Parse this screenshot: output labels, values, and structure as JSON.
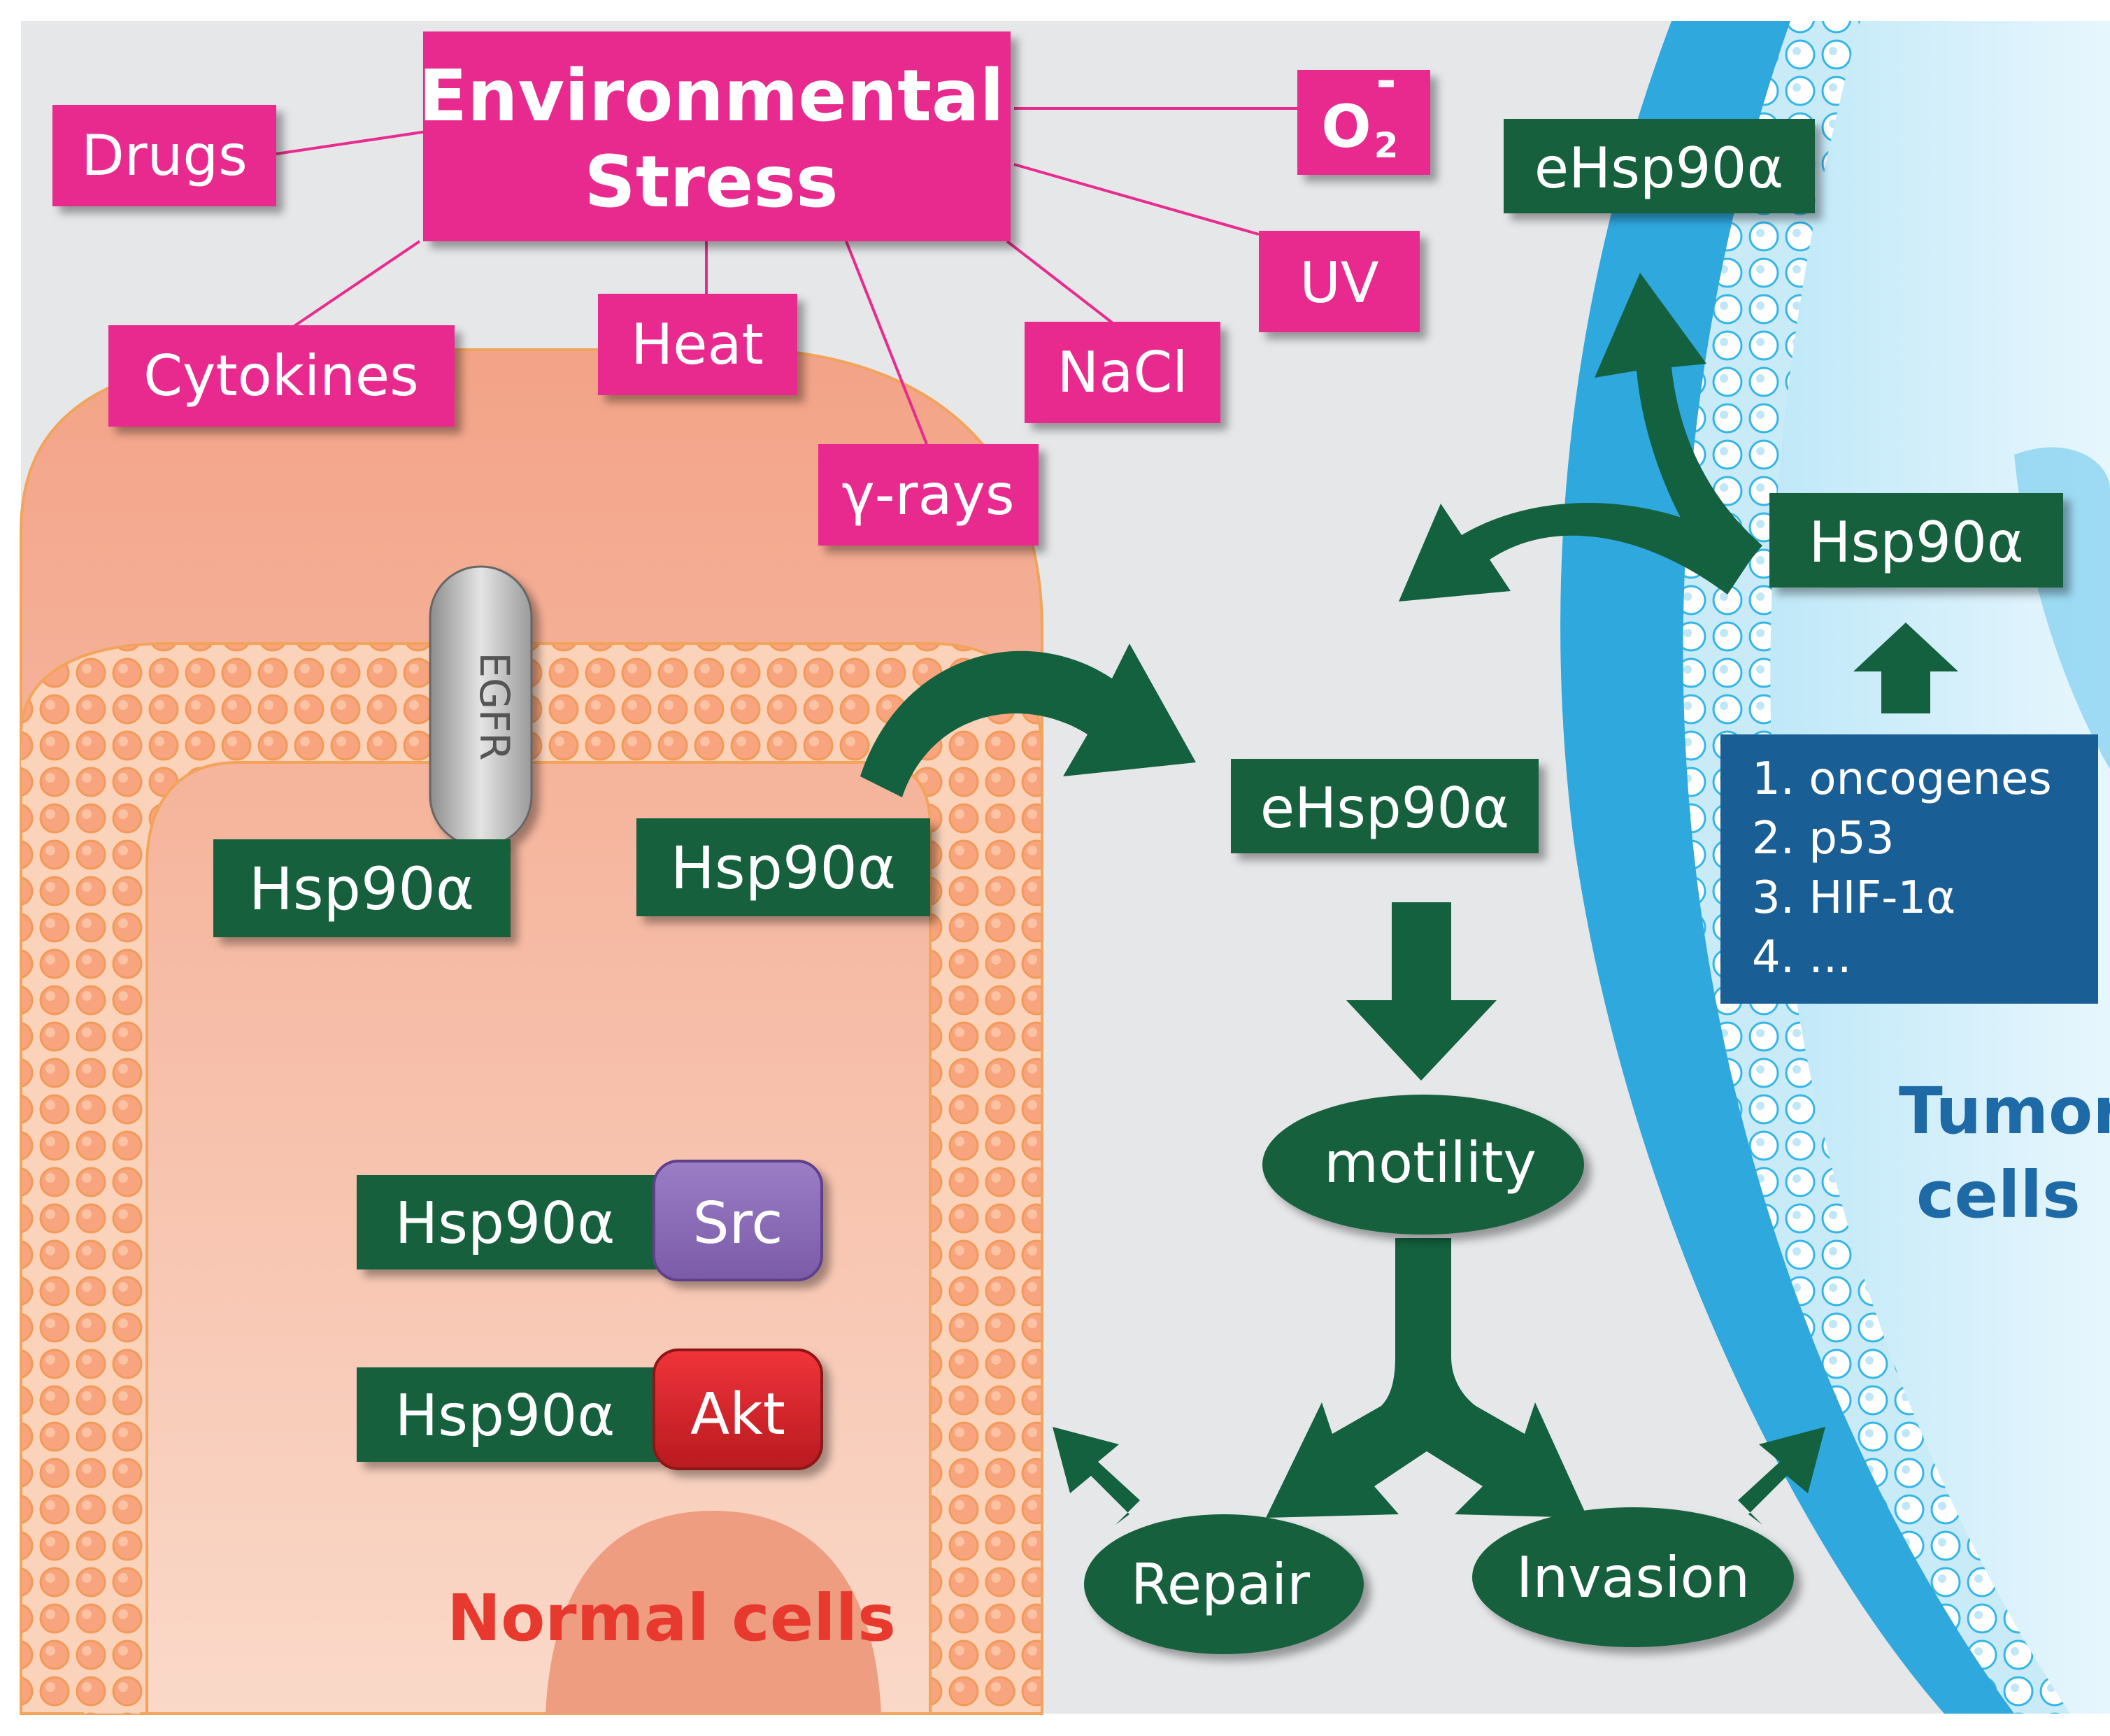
{
  "stress": {
    "title_line1": "Environmental",
    "title_line2": "Stress",
    "drugs": "Drugs",
    "cytokines": "Cytokines",
    "heat": "Heat",
    "gamma": "γ-rays",
    "nacl": "NaCl",
    "uv": "UV",
    "o2": "O",
    "o2_sub": "2",
    "o2_sup": "-"
  },
  "normal": {
    "egfr": "EGFR",
    "hsp_egfr": "Hsp90α",
    "hsp_membrane": "Hsp90α",
    "hsp_src": "Hsp90α",
    "src": "Src",
    "hsp_akt": "Hsp90α",
    "akt": "Akt",
    "label": "Normal cells"
  },
  "center": {
    "ehsp": "eHsp90α",
    "motility": "motility",
    "repair": "Repair",
    "invasion": "Invasion"
  },
  "tumor": {
    "ehsp": "eHsp90α",
    "hsp": "Hsp90α",
    "list": [
      "1. oncogenes",
      "2. p53",
      "3. HIF-1α",
      "4. ..."
    ],
    "label_line1": "Tumor",
    "label_line2": "cells"
  },
  "colors": {
    "stress_pink": "#e82b8e",
    "hsp_green": "#13613e",
    "normal_cell": "#f4a98f",
    "tumor_blue": "#29aee3",
    "list_blue": "#1a5e96",
    "src_purple": "#8b6bb8",
    "akt_red": "#e0232b",
    "normal_label_red": "#e8392f",
    "tumor_label_blue": "#1e6aa7"
  }
}
